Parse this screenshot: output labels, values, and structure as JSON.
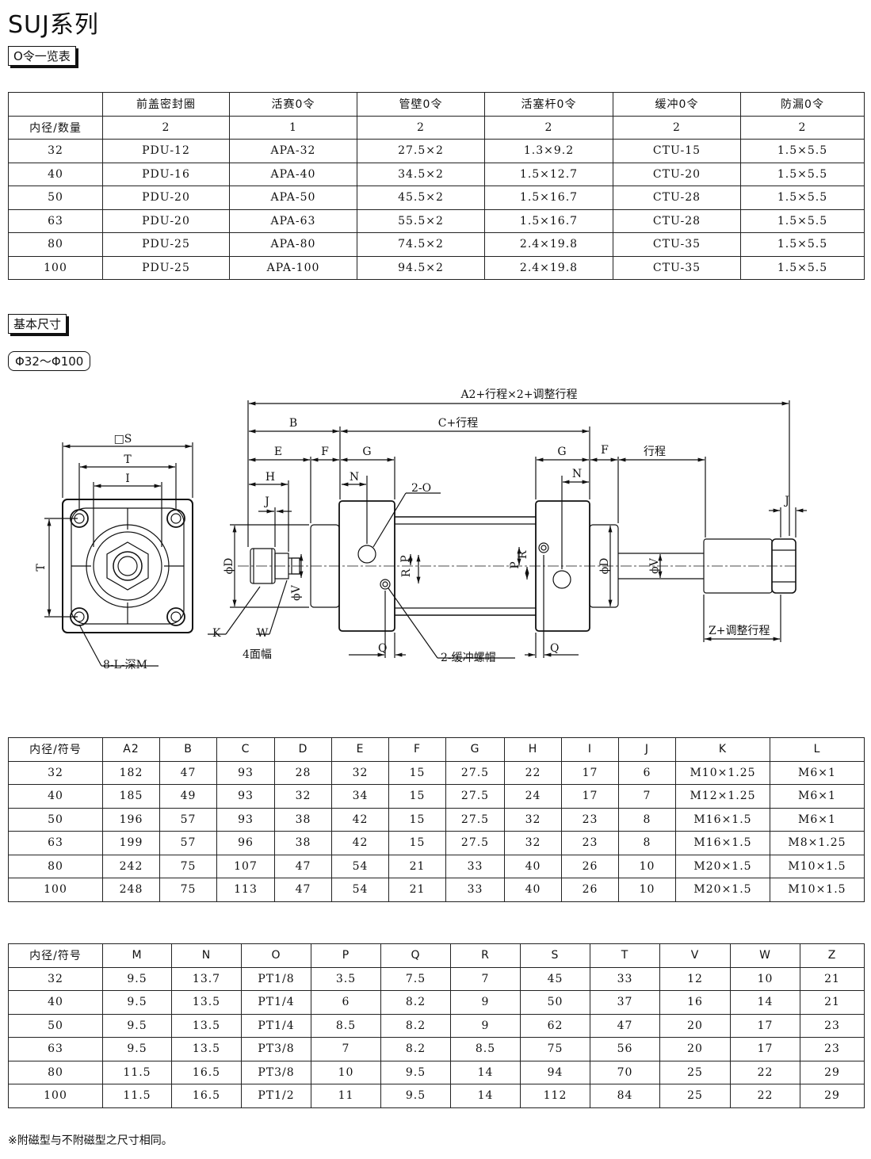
{
  "title": "SUJ系列",
  "section_oring": "O令一览表",
  "section_dims": "基本尺寸",
  "range_tag": "Φ32～Φ100",
  "oring_table": {
    "headers": [
      "",
      "前盖密封圈",
      "活赛0令",
      "管壁0令",
      "活塞杆0令",
      "缓冲0令",
      "防漏0令"
    ],
    "qty_row": [
      "内径/数量",
      "2",
      "1",
      "2",
      "2",
      "2",
      "2"
    ],
    "rows": [
      [
        "32",
        "PDU-12",
        "APA-32",
        "27.5×2",
        "1.3×9.2",
        "CTU-15",
        "1.5×5.5"
      ],
      [
        "40",
        "PDU-16",
        "APA-40",
        "34.5×2",
        "1.5×12.7",
        "CTU-20",
        "1.5×5.5"
      ],
      [
        "50",
        "PDU-20",
        "APA-50",
        "45.5×2",
        "1.5×16.7",
        "CTU-28",
        "1.5×5.5"
      ],
      [
        "63",
        "PDU-20",
        "APA-63",
        "55.5×2",
        "1.5×16.7",
        "CTU-28",
        "1.5×5.5"
      ],
      [
        "80",
        "PDU-25",
        "APA-80",
        "74.5×2",
        "2.4×19.8",
        "CTU-35",
        "1.5×5.5"
      ],
      [
        "100",
        "PDU-25",
        "APA-100",
        "94.5×2",
        "2.4×19.8",
        "CTU-35",
        "1.5×5.5"
      ]
    ]
  },
  "diagram": {
    "a2": "A2+行程×2+调整行程",
    "b": "B",
    "c": "C+行程",
    "e": "E",
    "f": "F",
    "g": "G",
    "h": "H",
    "j": "J",
    "n": "N",
    "stroke": "行程",
    "s": "□S",
    "t": "T",
    "i": "I",
    "t_side": "T",
    "port": "2-O",
    "d": "ϕD",
    "v": "ϕV",
    "p": "P",
    "r": "R",
    "k": "K",
    "w": "W",
    "flats": "4面幅",
    "q": "Q",
    "cushion": "2-缓冲螺帽",
    "z": "Z+调整行程",
    "holes": "8-L-深M"
  },
  "dim_table1": {
    "headers": [
      "内径/符号",
      "A2",
      "B",
      "C",
      "D",
      "E",
      "F",
      "G",
      "H",
      "I",
      "J",
      "K",
      "L"
    ],
    "rows": [
      [
        "32",
        "182",
        "47",
        "93",
        "28",
        "32",
        "15",
        "27.5",
        "22",
        "17",
        "6",
        "M10×1.25",
        "M6×1"
      ],
      [
        "40",
        "185",
        "49",
        "93",
        "32",
        "34",
        "15",
        "27.5",
        "24",
        "17",
        "7",
        "M12×1.25",
        "M6×1"
      ],
      [
        "50",
        "196",
        "57",
        "93",
        "38",
        "42",
        "15",
        "27.5",
        "32",
        "23",
        "8",
        "M16×1.5",
        "M6×1"
      ],
      [
        "63",
        "199",
        "57",
        "96",
        "38",
        "42",
        "15",
        "27.5",
        "32",
        "23",
        "8",
        "M16×1.5",
        "M8×1.25"
      ],
      [
        "80",
        "242",
        "75",
        "107",
        "47",
        "54",
        "21",
        "33",
        "40",
        "26",
        "10",
        "M20×1.5",
        "M10×1.5"
      ],
      [
        "100",
        "248",
        "75",
        "113",
        "47",
        "54",
        "21",
        "33",
        "40",
        "26",
        "10",
        "M20×1.5",
        "M10×1.5"
      ]
    ]
  },
  "dim_table2": {
    "headers": [
      "内径/符号",
      "M",
      "N",
      "O",
      "P",
      "Q",
      "R",
      "S",
      "T",
      "V",
      "W",
      "Z"
    ],
    "rows": [
      [
        "32",
        "9.5",
        "13.7",
        "PT1/8",
        "3.5",
        "7.5",
        "7",
        "45",
        "33",
        "12",
        "10",
        "21"
      ],
      [
        "40",
        "9.5",
        "13.5",
        "PT1/4",
        "6",
        "8.2",
        "9",
        "50",
        "37",
        "16",
        "14",
        "21"
      ],
      [
        "50",
        "9.5",
        "13.5",
        "PT1/4",
        "8.5",
        "8.2",
        "9",
        "62",
        "47",
        "20",
        "17",
        "23"
      ],
      [
        "63",
        "9.5",
        "13.5",
        "PT3/8",
        "7",
        "8.2",
        "8.5",
        "75",
        "56",
        "20",
        "17",
        "23"
      ],
      [
        "80",
        "11.5",
        "16.5",
        "PT3/8",
        "10",
        "9.5",
        "14",
        "94",
        "70",
        "25",
        "22",
        "29"
      ],
      [
        "100",
        "11.5",
        "16.5",
        "PT1/2",
        "11",
        "9.5",
        "14",
        "112",
        "84",
        "25",
        "22",
        "29"
      ]
    ]
  },
  "footnote": "※附磁型与不附磁型之尺寸相同。"
}
